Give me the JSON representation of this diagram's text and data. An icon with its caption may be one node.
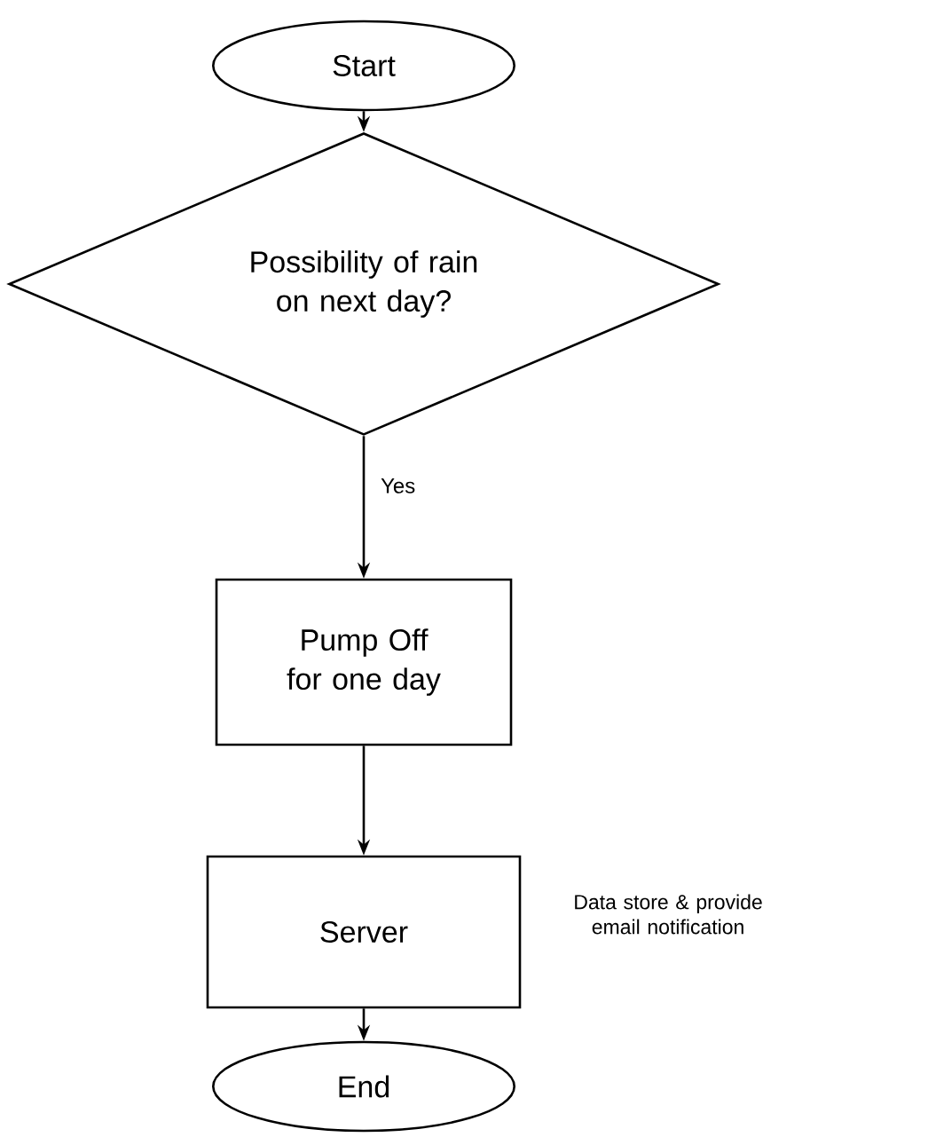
{
  "diagram": {
    "nodes": [
      {
        "text": [
          "Start"
        ]
      },
      {
        "text": [
          "Possibility of rain on next day?"
        ]
      },
      {
        "text": [
          "Pump Off for one day"
        ]
      },
      {
        "text": [
          "Server"
        ],
        "beside": [
          "Data store & provide email notification"
        ]
      },
      {
        "text": [
          "End"
        ]
      }
    ],
    "edges": [
      {
        "from": 0,
        "to": 1,
        "arrow": "to"
      },
      {
        "from": 1,
        "to": 2,
        "arrow": "to",
        "label": "Yes"
      },
      {
        "from": 2,
        "to": 3,
        "arrow": "to"
      },
      {
        "from": 3,
        "to": 4,
        "arrow": "to"
      }
    ]
  }
}
